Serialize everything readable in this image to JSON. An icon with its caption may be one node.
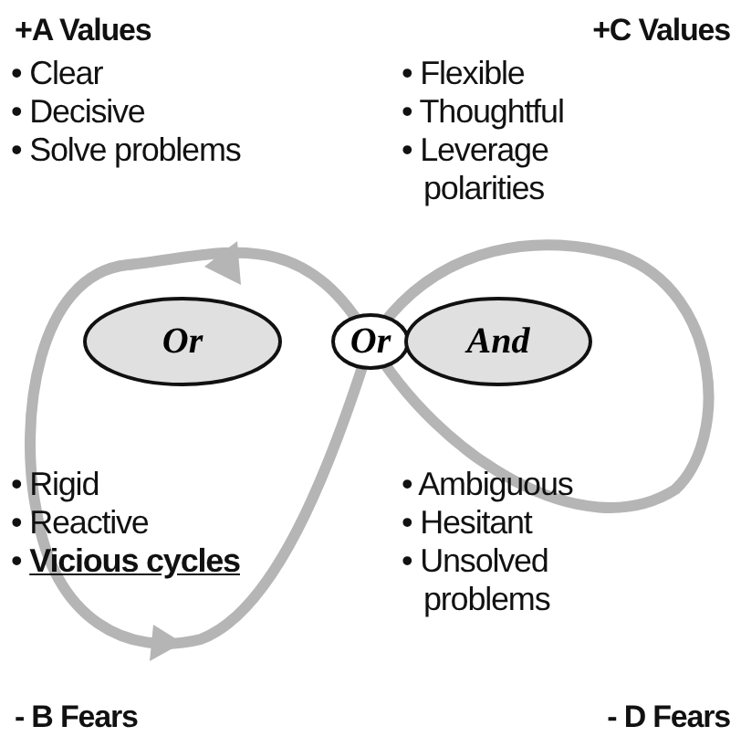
{
  "diagram": {
    "nodes": [
      {
        "text": [
          "Or"
        ]
      },
      {
        "text": [
          "Or"
        ]
      },
      {
        "text": [
          "And"
        ]
      }
    ],
    "edges": [],
    "labels": [
      "+A Values",
      "+C Values",
      "• Clear",
      "• Flexible",
      "• Decisive",
      "• Thoughtful",
      "• Solve problems",
      "• Leverage polarities",
      "• Rigid",
      "• Ambiguous",
      "• Reactive",
      "• Hesitant",
      "• **Vicious cycles**",
      "• Unsolved problems",
      "- B Fears",
      "- D Fears"
    ]
  }
}
